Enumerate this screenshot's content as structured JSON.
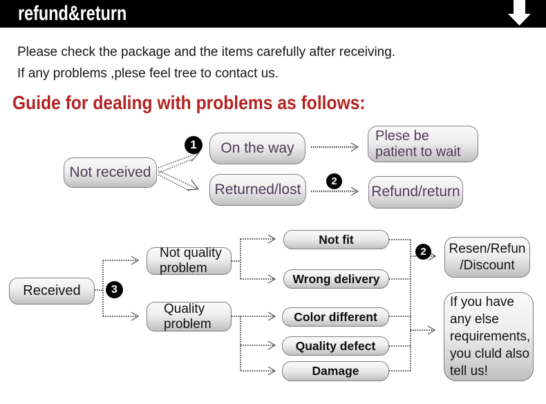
{
  "banner": {
    "title": "refund&return",
    "arrow_icon": "down-arrow",
    "bg_color": "#000000",
    "text_color": "#ffffff"
  },
  "intro": {
    "line1": "Please check the package and the items carefully after receiving.",
    "line2": "If any problems ,plese feel tree to contact us."
  },
  "heading": {
    "text": "Guide for dealing with problems as follows:",
    "color": "#b22222"
  },
  "flow_not_received": {
    "start": "Not received",
    "badge1": "1",
    "on_the_way": "On the way",
    "patient_line1": "Plese be",
    "patient_line2": "patient to wait",
    "returned_lost": "Returned/lost",
    "badge2": "2",
    "refund_return": "Refund/return"
  },
  "flow_received": {
    "start": "Received",
    "badge3": "3",
    "not_quality_line1": "Not quality",
    "not_quality_line2": "problem",
    "quality_line1": "Quality",
    "quality_line2": "problem",
    "not_fit": "Not fit",
    "wrong_delivery": "Wrong delivery",
    "color_different": "Color different",
    "quality_defect": "Quality defect",
    "damage": "Damage",
    "badge2": "2",
    "resen_line1": "Resen/Refun",
    "resen_line2": "/Discount",
    "note_line1": "If you have",
    "note_line2": "any else",
    "note_line3": "requirements,",
    "note_line4": "you cluld also",
    "note_line5": "tell us!"
  },
  "colors": {
    "box_text_purple": "#4f3a57",
    "box_border": "#7e7e7e",
    "accent_red": "#b22222"
  }
}
